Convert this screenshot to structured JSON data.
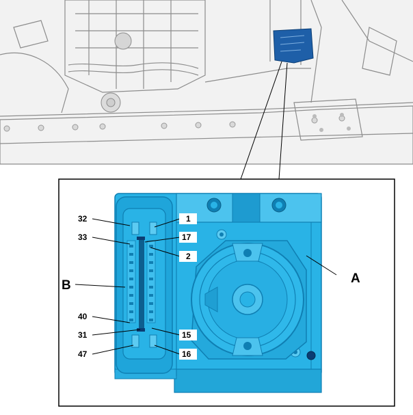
{
  "labels": {
    "component_a": "A",
    "connector_b": "B",
    "pins": {
      "p32": "32",
      "p1": "1",
      "p33": "33",
      "p17": "17",
      "p2": "2",
      "p40": "40",
      "p31": "31",
      "p15": "15",
      "p47": "47",
      "p16": "16"
    }
  },
  "colors": {
    "module_fill": "#29b3e6",
    "module_dark": "#0f7fb3",
    "module_light": "#5ccbf2",
    "highlight": "#1e5fa8",
    "engine_bg": "#ededed",
    "outline": "#000000"
  }
}
